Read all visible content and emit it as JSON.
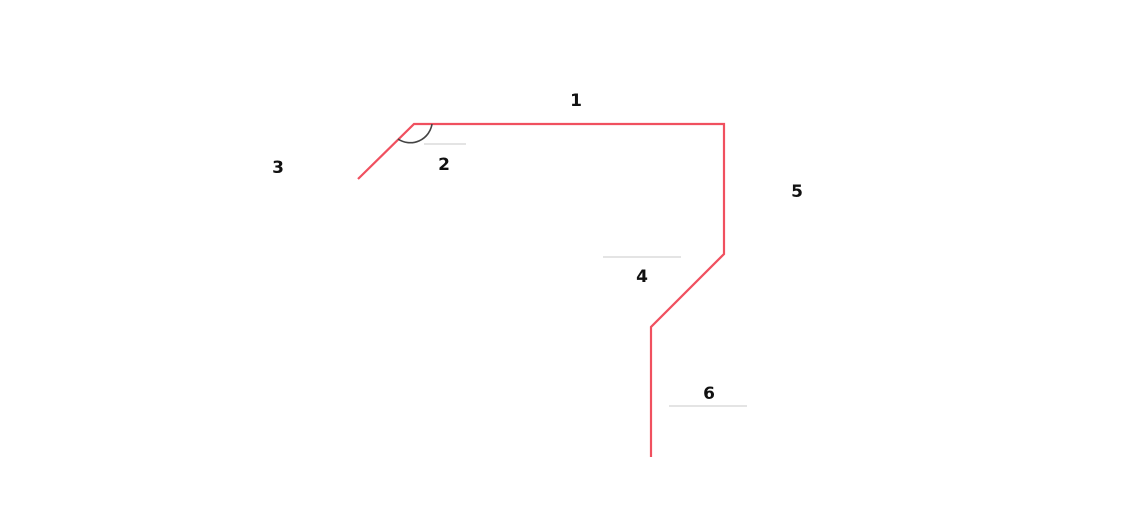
{
  "labels": {
    "l1": "1",
    "l2": "2",
    "l3": "3",
    "l4": "4",
    "l5": "5",
    "l6": "6"
  },
  "colors": {
    "profile": "#f0505f",
    "arc": "#444444",
    "guide": "#c8c8c8",
    "text": "#111111"
  }
}
